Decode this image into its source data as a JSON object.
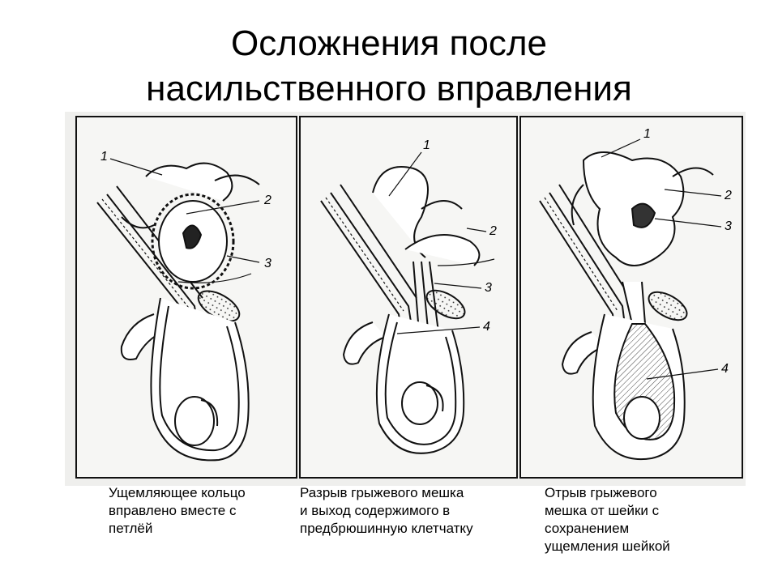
{
  "title": {
    "line1": "Осложнения после",
    "line2": "насильственного вправления"
  },
  "figure": {
    "panels": [
      {
        "labels": [
          "1",
          "2",
          "3"
        ],
        "caption": [
          "Ущемляющее кольцо",
          "вправлено вместе с",
          "петлёй"
        ]
      },
      {
        "labels": [
          "1",
          "2",
          "3",
          "4"
        ],
        "caption": [
          "Разрыв грыжевого мешка",
          "и выход содержимого в",
          "предбрюшинную клетчатку"
        ]
      },
      {
        "labels": [
          "1",
          "2",
          "3",
          "4"
        ],
        "caption": [
          "Отрыв грыжевого",
          "мешка от шейки с",
          "сохранением",
          "ущемления шейкой"
        ]
      }
    ]
  }
}
